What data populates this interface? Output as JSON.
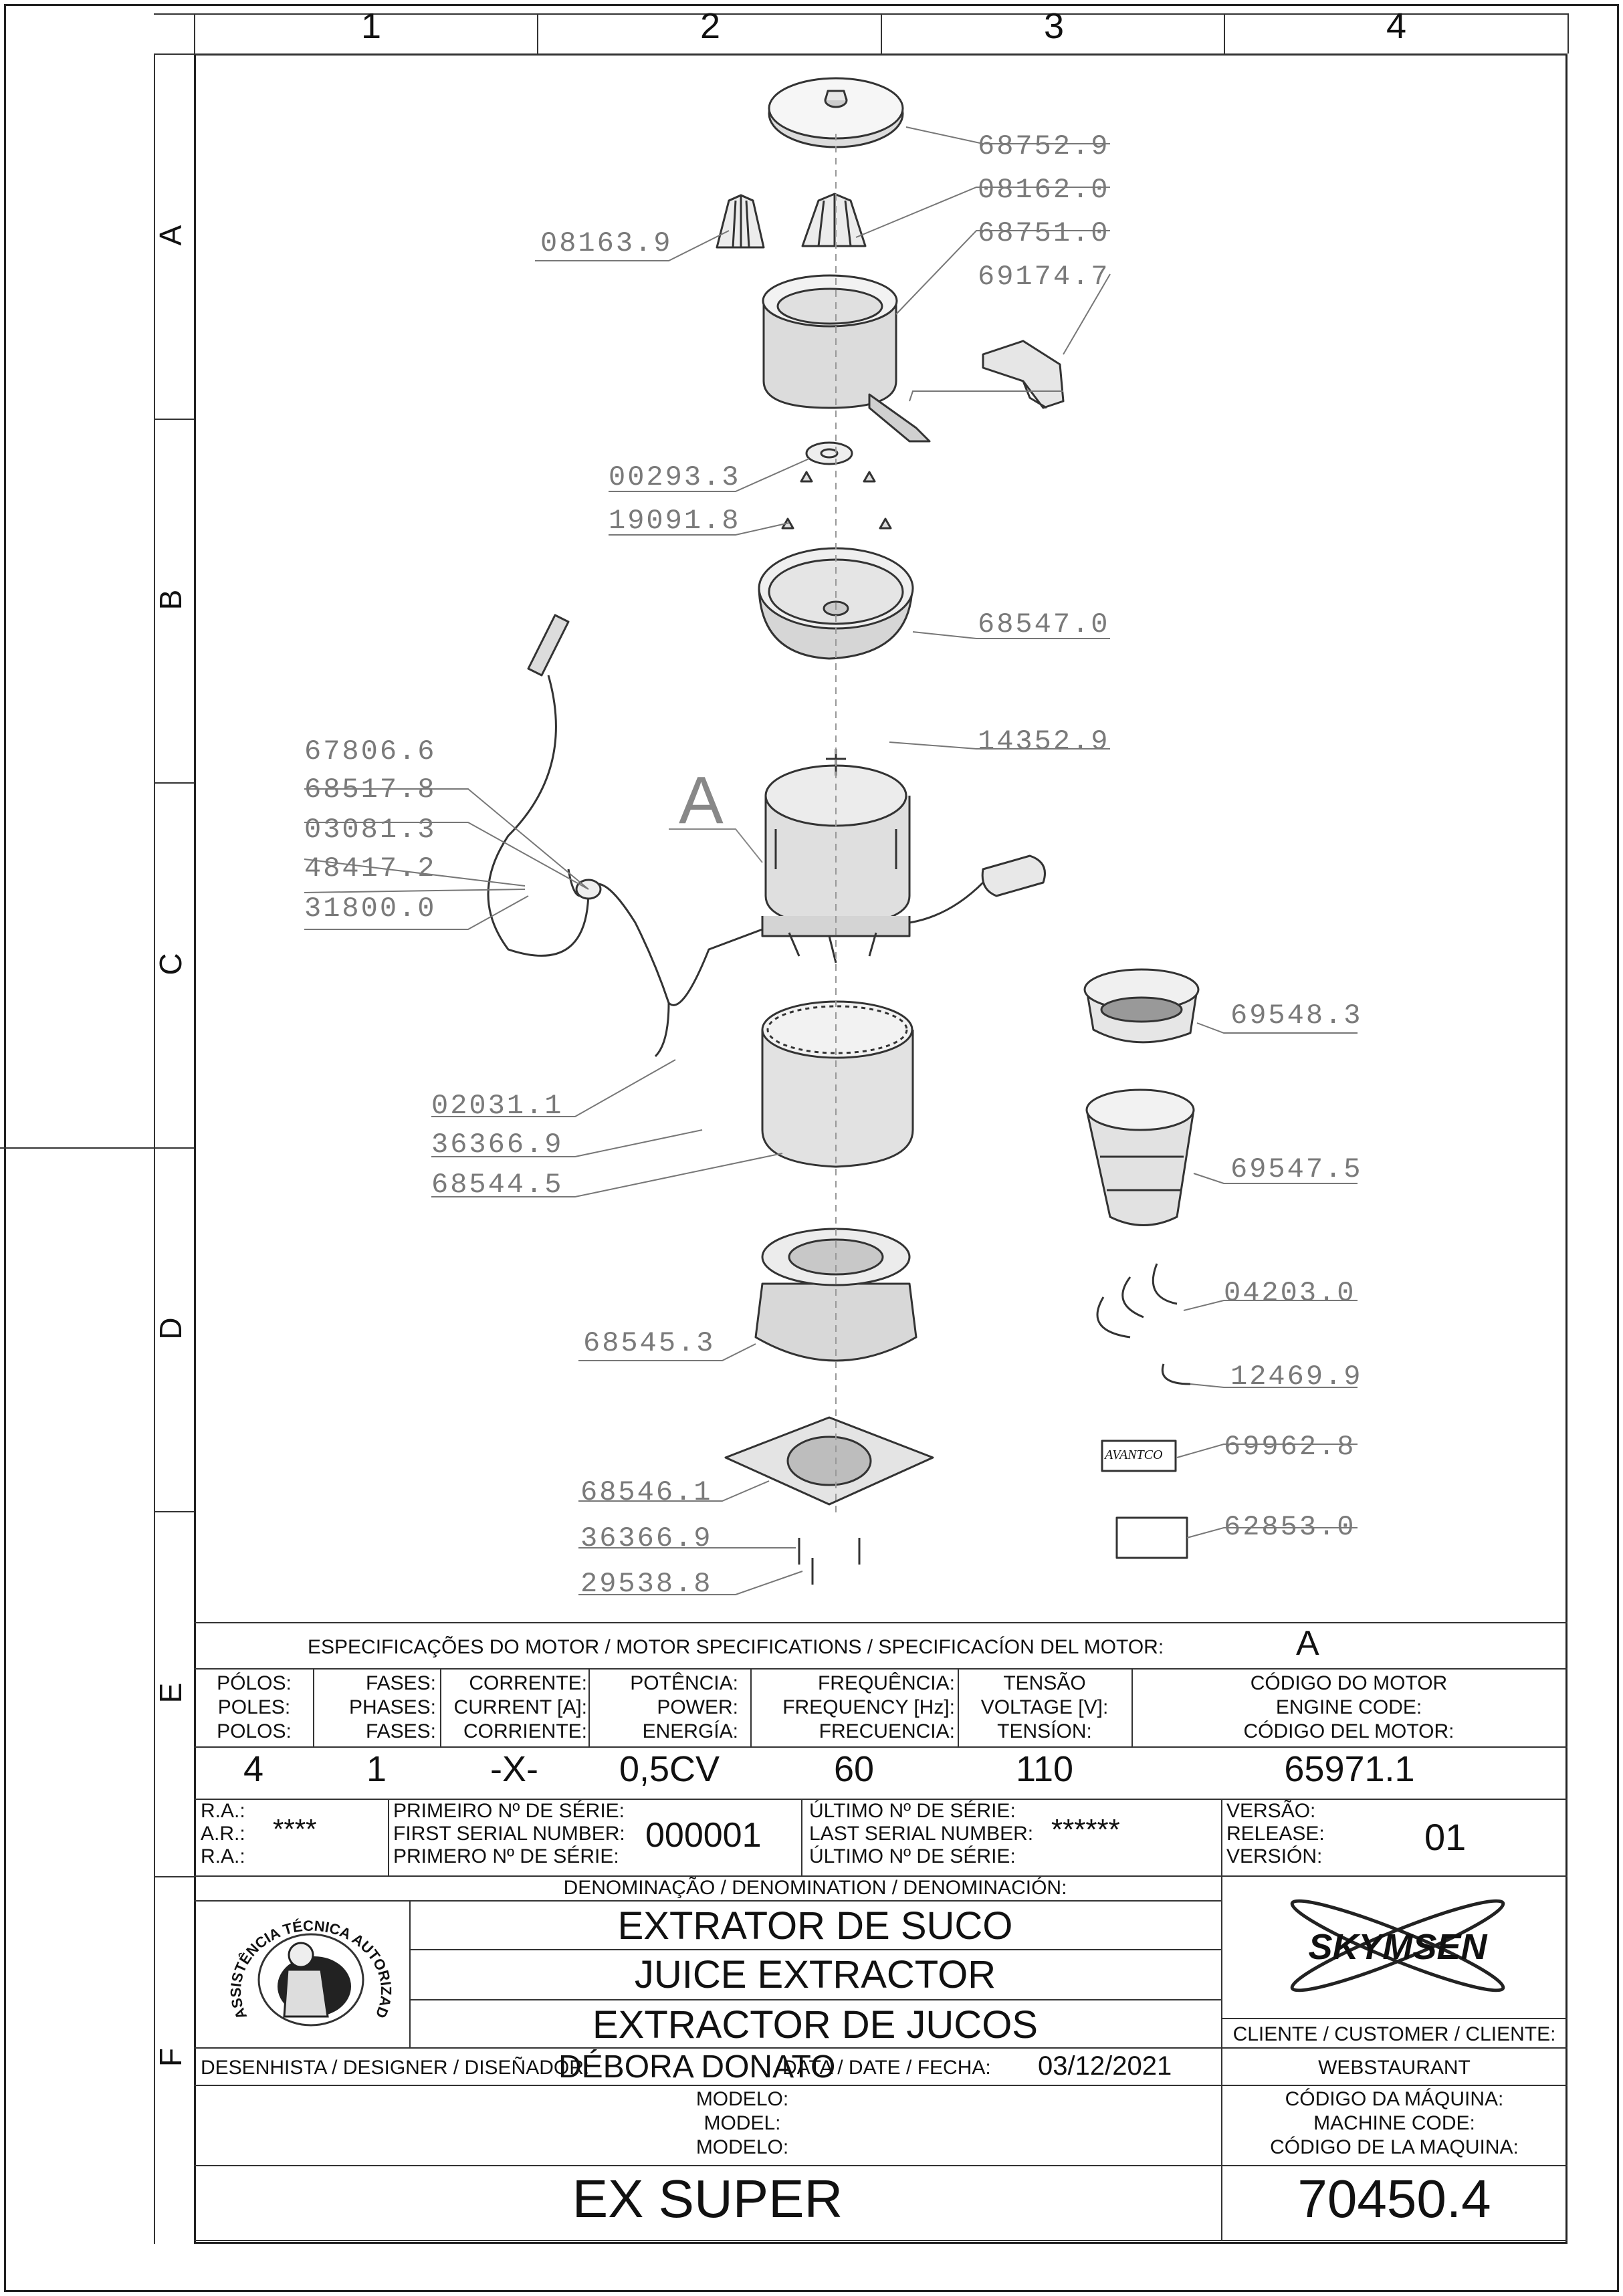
{
  "zones": {
    "columns": [
      "1",
      "2",
      "3",
      "4"
    ],
    "rows": [
      "A",
      "B",
      "C",
      "D",
      "E",
      "F"
    ]
  },
  "callouts": [
    {
      "id": "68752.9"
    },
    {
      "id": "08162.0"
    },
    {
      "id": "08163.9"
    },
    {
      "id": "68751.0"
    },
    {
      "id": "69174.7"
    },
    {
      "id": "00293.3"
    },
    {
      "id": "19091.8"
    },
    {
      "id": "68547.0"
    },
    {
      "id": "14352.9"
    },
    {
      "id": "67806.6"
    },
    {
      "id": "68517.8"
    },
    {
      "id": "03081.3"
    },
    {
      "id": "48417.2"
    },
    {
      "id": "31800.0"
    },
    {
      "id": "02031.1"
    },
    {
      "id": "36366.9"
    },
    {
      "id": "68544.5"
    },
    {
      "id": "69548.3"
    },
    {
      "id": "69547.5"
    },
    {
      "id": "04203.0"
    },
    {
      "id": "12469.9"
    },
    {
      "id": "68545.3"
    },
    {
      "id": "69962.8"
    },
    {
      "id": "68546.1"
    },
    {
      "id": "36366.9"
    },
    {
      "id": "62853.0"
    },
    {
      "id": "29538.8"
    }
  ],
  "detail_label": "A",
  "label_avantco": "AVANTCO",
  "motor": {
    "title": "ESPECIFICAÇÕES DO MOTOR / MOTOR SPECIFICATIONS / SPECIFICACÍON DEL MOTOR:",
    "code_letter": "A",
    "headers": [
      {
        "pt": "PÓLOS:",
        "en": "POLES:",
        "es": "POLOS:"
      },
      {
        "pt": "FASES:",
        "en": "PHASES:",
        "es": "FASES:"
      },
      {
        "pt": "CORRENTE:",
        "en": "CURRENT [A]:",
        "es": "CORRIENTE:"
      },
      {
        "pt": "POTÊNCIA:",
        "en": "POWER:",
        "es": "ENERGÍA:"
      },
      {
        "pt": "FREQUÊNCIA:",
        "en": "FREQUENCY [Hz]:",
        "es": "FRECUENCIA:"
      },
      {
        "pt": "TENSÃO",
        "en": "VOLTAGE [V]:",
        "es": "TENSÍON:"
      },
      {
        "pt": "CÓDIGO DO MOTOR",
        "en": "ENGINE CODE:",
        "es": "CÓDIGO DEL MOTOR:"
      }
    ],
    "values": [
      "4",
      "1",
      "-X-",
      "0,5CV",
      "60",
      "110",
      "65971.1"
    ]
  },
  "ra": {
    "l1": "R.A.:",
    "l2": "A.R.:",
    "l3": "R.A.:",
    "value": "****"
  },
  "first_serial": {
    "l1": "PRIMEIRO Nº DE SÉRIE:",
    "l2": "FIRST SERIAL NUMBER:",
    "l3": "PRIMERO Nº DE SÉRIE:",
    "value": "000001"
  },
  "last_serial": {
    "l1": "ÚLTIMO Nº DE SÉRIE:",
    "l2": "LAST SERIAL NUMBER:",
    "l3": "ÚLTIMO Nº DE SÉRIE:",
    "value": "******"
  },
  "version": {
    "l1": "VERSÃO:",
    "l2": "RELEASE:",
    "l3": "VERSIÓN:",
    "value": "01"
  },
  "denomination": {
    "label": "DENOMINAÇÃO / DENOMINATION / DENOMINACIÓN:",
    "pt": "EXTRATOR DE SUCO",
    "en": "JUICE EXTRACTOR",
    "es": "EXTRACTOR DE JUCOS"
  },
  "seal_text": "ASSISTÊNCIA TÉCNICA AUTORIZADA",
  "brand": "SKYMSEN",
  "client": {
    "label": "CLIENTE / CUSTOMER / CLIENTE:",
    "value": "WEBSTAURANT"
  },
  "designer": {
    "label": "DESENHISTA / DESIGNER / DISEÑADOR:",
    "value": "DÉBORA DONATO"
  },
  "date": {
    "label": "DATA / DATE / FECHA:",
    "value": "03/12/2021"
  },
  "model": {
    "l1": "MODELO:",
    "l2": "MODEL:",
    "l3": "MODELO:",
    "value": "EX SUPER"
  },
  "machine_code": {
    "l1": "CÓDIGO DA MÁQUINA:",
    "l2": "MACHINE CODE:",
    "l3": "CÓDIGO DE LA MAQUINA:",
    "value": "70450.4"
  }
}
